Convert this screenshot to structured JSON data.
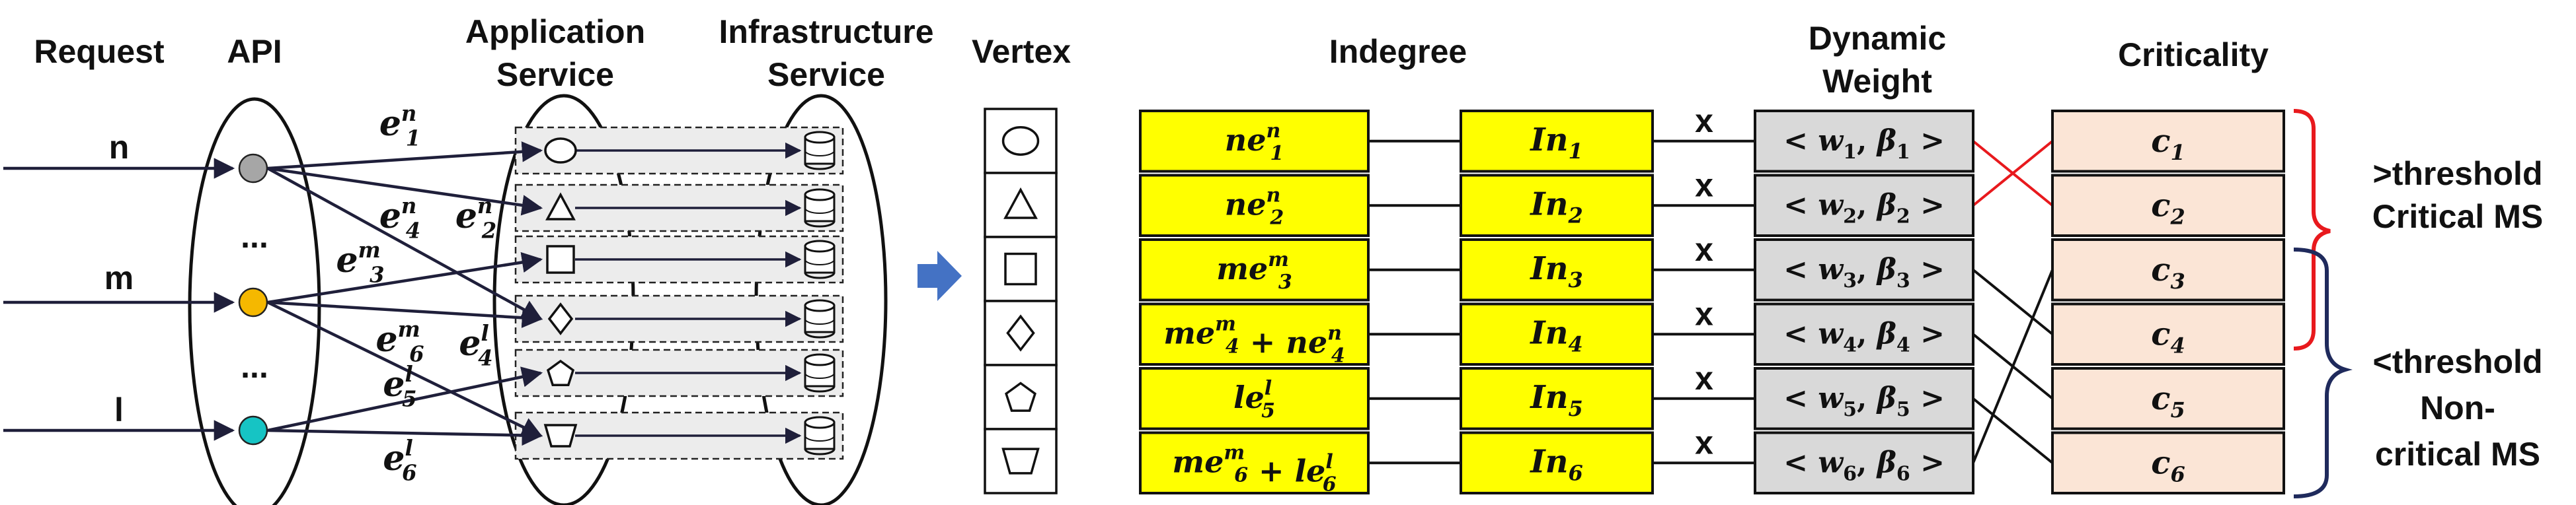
{
  "headers": {
    "request": "Request",
    "api": "API",
    "application_service": [
      "Application",
      "Service"
    ],
    "infrastructure_service": [
      "Infrastructure",
      "Service"
    ],
    "vertex": "Vertex",
    "indegree": "Indegree",
    "dynamic_weight": [
      "Dynamic",
      "Weight"
    ],
    "criticality": "Criticality"
  },
  "requests": [
    "n",
    "m",
    "l"
  ],
  "api_dots": [
    "...",
    "..."
  ],
  "api_colors": {
    "n": "#a6a6a6",
    "m": "#f5b800",
    "l": "#16c4c4"
  },
  "edge_labels": [
    {
      "base": "e",
      "sub": "1",
      "sup": "n"
    },
    {
      "base": "e",
      "sub": "4",
      "sup": "n"
    },
    {
      "base": "e",
      "sub": "2",
      "sup": "n"
    },
    {
      "base": "e",
      "sub": "3",
      "sup": "m"
    },
    {
      "base": "e",
      "sub": "6",
      "sup": "m"
    },
    {
      "base": "e",
      "sub": "4",
      "sup": "l"
    },
    {
      "base": "e",
      "sub": "5",
      "sup": "l"
    },
    {
      "base": "e",
      "sub": "6",
      "sup": "l"
    }
  ],
  "vertex_shapes": [
    "circle-icon",
    "triangle-icon",
    "square-icon",
    "diamond-icon",
    "pentagon-icon",
    "trapezoid-icon"
  ],
  "indegree_terms": [
    [
      {
        "c": "ne",
        "sub": "1",
        "sup": "n"
      }
    ],
    [
      {
        "c": "ne",
        "sub": "2",
        "sup": "n"
      }
    ],
    [
      {
        "c": "me",
        "sub": "3",
        "sup": "m"
      }
    ],
    [
      {
        "c": "me",
        "sub": "4",
        "sup": "m"
      },
      {
        "op": "+"
      },
      {
        "c": "ne",
        "sub": "4",
        "sup": "n"
      }
    ],
    [
      {
        "c": "le",
        "sub": "5",
        "sup": "l"
      }
    ],
    [
      {
        "c": "me",
        "sub": "6",
        "sup": "m"
      },
      {
        "op": "+"
      },
      {
        "c": "le",
        "sub": "6",
        "sup": "l"
      }
    ]
  ],
  "in_labels": [
    {
      "base": "In",
      "sub": "1"
    },
    {
      "base": "In",
      "sub": "2"
    },
    {
      "base": "In",
      "sub": "3"
    },
    {
      "base": "In",
      "sub": "4"
    },
    {
      "base": "In",
      "sub": "5"
    },
    {
      "base": "In",
      "sub": "6"
    }
  ],
  "multiply_symbol": "x",
  "weights": [
    {
      "w": "w",
      "b": "β",
      "sub": "1"
    },
    {
      "w": "w",
      "b": "β",
      "sub": "2"
    },
    {
      "w": "w",
      "b": "β",
      "sub": "3"
    },
    {
      "w": "w",
      "b": "β",
      "sub": "4"
    },
    {
      "w": "w",
      "b": "β",
      "sub": "5"
    },
    {
      "w": "w",
      "b": "β",
      "sub": "6"
    }
  ],
  "criticality": [
    {
      "base": "c",
      "sub": "1"
    },
    {
      "base": "c",
      "sub": "2"
    },
    {
      "base": "c",
      "sub": "3"
    },
    {
      "base": "c",
      "sub": "4"
    },
    {
      "base": "c",
      "sub": "5"
    },
    {
      "base": "c",
      "sub": "6"
    }
  ],
  "weight_to_criticality": [
    2,
    1,
    4,
    5,
    6,
    3
  ],
  "critical_links": [
    [
      1,
      2
    ],
    [
      2,
      1
    ],
    [
      3,
      1
    ]
  ],
  "critical_label": [
    ">threshold",
    "Critical MS"
  ],
  "noncritical_label": [
    "<threshold",
    "Non-",
    "critical MS"
  ],
  "colors": {
    "indegree_fill": "#ffff00",
    "weight_fill": "#d9d9d9",
    "criticality_fill": "#fbe5d6",
    "critical_brace": "#e8191d",
    "noncritical_brace": "#1f2a5c",
    "arrow": "#4472c4",
    "edge_arrow": "#1f1f3a"
  }
}
